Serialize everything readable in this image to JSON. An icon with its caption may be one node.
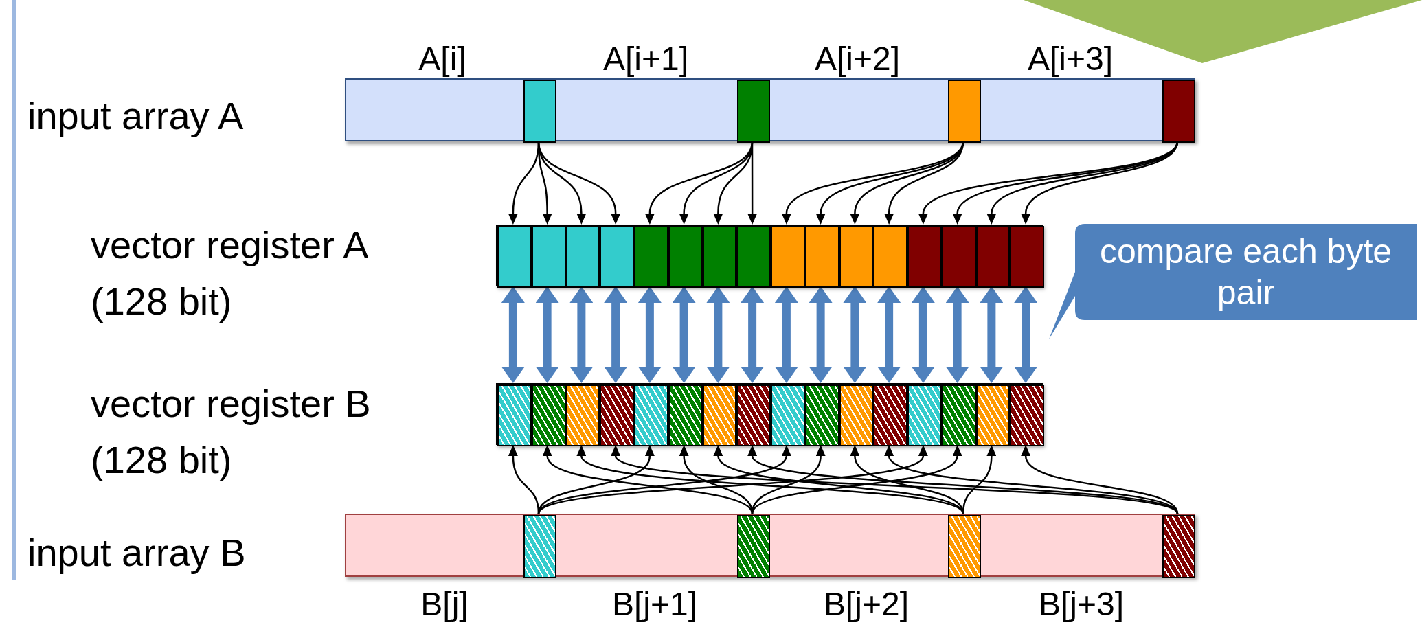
{
  "diagram": {
    "nodes": [
      {
        "text": [],
        "shape": "bar",
        "beside": [
          "input array A"
        ]
      },
      {
        "text": [],
        "shape": "box",
        "in": 0
      },
      {
        "text": [],
        "shape": "box",
        "in": 0
      },
      {
        "text": [],
        "shape": "box",
        "in": 0
      },
      {
        "text": [],
        "shape": "box",
        "in": 0
      },
      {
        "text": [],
        "shape": "bar",
        "beside": [
          "vector register A (128 bit)"
        ]
      },
      {
        "text": [],
        "shape": "box",
        "in": 5
      },
      {
        "text": [],
        "shape": "box",
        "in": 5
      },
      {
        "text": [],
        "shape": "box",
        "in": 5
      },
      {
        "text": [],
        "shape": "box",
        "in": 5
      },
      {
        "text": [],
        "shape": "box",
        "in": 5
      },
      {
        "text": [],
        "shape": "box",
        "in": 5
      },
      {
        "text": [],
        "shape": "box",
        "in": 5
      },
      {
        "text": [],
        "shape": "box",
        "in": 5
      },
      {
        "text": [],
        "shape": "box",
        "in": 5
      },
      {
        "text": [],
        "shape": "box",
        "in": 5
      },
      {
        "text": [],
        "shape": "box",
        "in": 5
      },
      {
        "text": [],
        "shape": "box",
        "in": 5
      },
      {
        "text": [],
        "shape": "box",
        "in": 5
      },
      {
        "text": [],
        "shape": "box",
        "in": 5
      },
      {
        "text": [],
        "shape": "box",
        "in": 5
      },
      {
        "text": [],
        "shape": "box",
        "in": 5
      },
      {
        "text": [],
        "shape": "bar",
        "beside": [
          "vector register B (128 bit)"
        ]
      },
      {
        "text": [],
        "shape": "box",
        "in": 22
      },
      {
        "text": [],
        "shape": "box",
        "in": 22
      },
      {
        "text": [],
        "shape": "box",
        "in": 22
      },
      {
        "text": [],
        "shape": "box",
        "in": 22
      },
      {
        "text": [],
        "shape": "box",
        "in": 22
      },
      {
        "text": [],
        "shape": "box",
        "in": 22
      },
      {
        "text": [],
        "shape": "box",
        "in": 22
      },
      {
        "text": [],
        "shape": "box",
        "in": 22
      },
      {
        "text": [],
        "shape": "box",
        "in": 22
      },
      {
        "text": [],
        "shape": "box",
        "in": 22
      },
      {
        "text": [],
        "shape": "box",
        "in": 22
      },
      {
        "text": [],
        "shape": "box",
        "in": 22
      },
      {
        "text": [],
        "shape": "box",
        "in": 22
      },
      {
        "text": [],
        "shape": "box",
        "in": 22
      },
      {
        "text": [],
        "shape": "box",
        "in": 22
      },
      {
        "text": [],
        "shape": "box",
        "in": 22
      },
      {
        "text": [],
        "shape": "bar",
        "beside": [
          "input array B"
        ]
      },
      {
        "text": [],
        "shape": "box",
        "in": 39
      },
      {
        "text": [],
        "shape": "box",
        "in": 39
      },
      {
        "text": [],
        "shape": "box",
        "in": 39
      },
      {
        "text": [],
        "shape": "box",
        "in": 39
      },
      {
        "text": [
          "compare each byte pair"
        ]
      }
    ],
    "edges": [
      {
        "from": 1,
        "to": 6,
        "arrow": "to"
      },
      {
        "from": 1,
        "to": 7,
        "arrow": "to"
      },
      {
        "from": 1,
        "to": 8,
        "arrow": "to"
      },
      {
        "from": 1,
        "to": 9,
        "arrow": "to"
      },
      {
        "from": 2,
        "to": 10,
        "arrow": "to"
      },
      {
        "from": 2,
        "to": 11,
        "arrow": "to"
      },
      {
        "from": 2,
        "to": 12,
        "arrow": "to"
      },
      {
        "from": 2,
        "to": 13,
        "arrow": "to"
      },
      {
        "from": 3,
        "to": 14,
        "arrow": "to"
      },
      {
        "from": 3,
        "to": 15,
        "arrow": "to"
      },
      {
        "from": 3,
        "to": 16,
        "arrow": "to"
      },
      {
        "from": 3,
        "to": 17,
        "arrow": "to"
      },
      {
        "from": 4,
        "to": 18,
        "arrow": "to"
      },
      {
        "from": 4,
        "to": 19,
        "arrow": "to"
      },
      {
        "from": 4,
        "to": 20,
        "arrow": "to"
      },
      {
        "from": 4,
        "to": 21,
        "arrow": "to"
      },
      {
        "from": 6,
        "to": 23,
        "arrow": "both",
        "style": "thick",
        "color": "#4f81bd"
      },
      {
        "from": 7,
        "to": 24,
        "arrow": "both",
        "style": "thick",
        "color": "#4f81bd"
      },
      {
        "from": 8,
        "to": 25,
        "arrow": "both",
        "style": "thick",
        "color": "#4f81bd"
      },
      {
        "from": 9,
        "to": 26,
        "arrow": "both",
        "style": "thick",
        "color": "#4f81bd"
      },
      {
        "from": 10,
        "to": 27,
        "arrow": "both",
        "style": "thick",
        "color": "#4f81bd"
      },
      {
        "from": 11,
        "to": 28,
        "arrow": "both",
        "style": "thick",
        "color": "#4f81bd"
      },
      {
        "from": 12,
        "to": 29,
        "arrow": "both",
        "style": "thick",
        "color": "#4f81bd"
      },
      {
        "from": 13,
        "to": 30,
        "arrow": "both",
        "style": "thick",
        "color": "#4f81bd"
      },
      {
        "from": 14,
        "to": 31,
        "arrow": "both",
        "style": "thick",
        "color": "#4f81bd"
      },
      {
        "from": 15,
        "to": 32,
        "arrow": "both",
        "style": "thick",
        "color": "#4f81bd"
      },
      {
        "from": 16,
        "to": 33,
        "arrow": "both",
        "style": "thick",
        "color": "#4f81bd"
      },
      {
        "from": 17,
        "to": 34,
        "arrow": "both",
        "style": "thick",
        "color": "#4f81bd"
      },
      {
        "from": 18,
        "to": 35,
        "arrow": "both",
        "style": "thick",
        "color": "#4f81bd"
      },
      {
        "from": 19,
        "to": 36,
        "arrow": "both",
        "style": "thick",
        "color": "#4f81bd"
      },
      {
        "from": 20,
        "to": 37,
        "arrow": "both",
        "style": "thick",
        "color": "#4f81bd"
      },
      {
        "from": 21,
        "to": 38,
        "arrow": "both",
        "style": "thick",
        "color": "#4f81bd"
      },
      {
        "from": 40,
        "to": 23,
        "arrow": "to"
      },
      {
        "from": 40,
        "to": 27,
        "arrow": "to"
      },
      {
        "from": 40,
        "to": 31,
        "arrow": "to"
      },
      {
        "from": 40,
        "to": 35,
        "arrow": "to"
      },
      {
        "from": 41,
        "to": 24,
        "arrow": "to"
      },
      {
        "from": 41,
        "to": 28,
        "arrow": "to"
      },
      {
        "from": 41,
        "to": 32,
        "arrow": "to"
      },
      {
        "from": 41,
        "to": 36,
        "arrow": "to"
      },
      {
        "from": 42,
        "to": 25,
        "arrow": "to"
      },
      {
        "from": 42,
        "to": 29,
        "arrow": "to"
      },
      {
        "from": 42,
        "to": 33,
        "arrow": "to"
      },
      {
        "from": 42,
        "to": 37,
        "arrow": "to"
      },
      {
        "from": 43,
        "to": 26,
        "arrow": "to"
      },
      {
        "from": 43,
        "to": 30,
        "arrow": "to"
      },
      {
        "from": 43,
        "to": 34,
        "arrow": "to"
      },
      {
        "from": 43,
        "to": 38,
        "arrow": "to"
      }
    ],
    "labels": [
      "A[i]",
      "A[i+1]",
      "A[i+2]",
      "A[i+3]",
      "B[j]",
      "B[j+1]",
      "B[j+2]",
      "B[j+3]"
    ]
  }
}
